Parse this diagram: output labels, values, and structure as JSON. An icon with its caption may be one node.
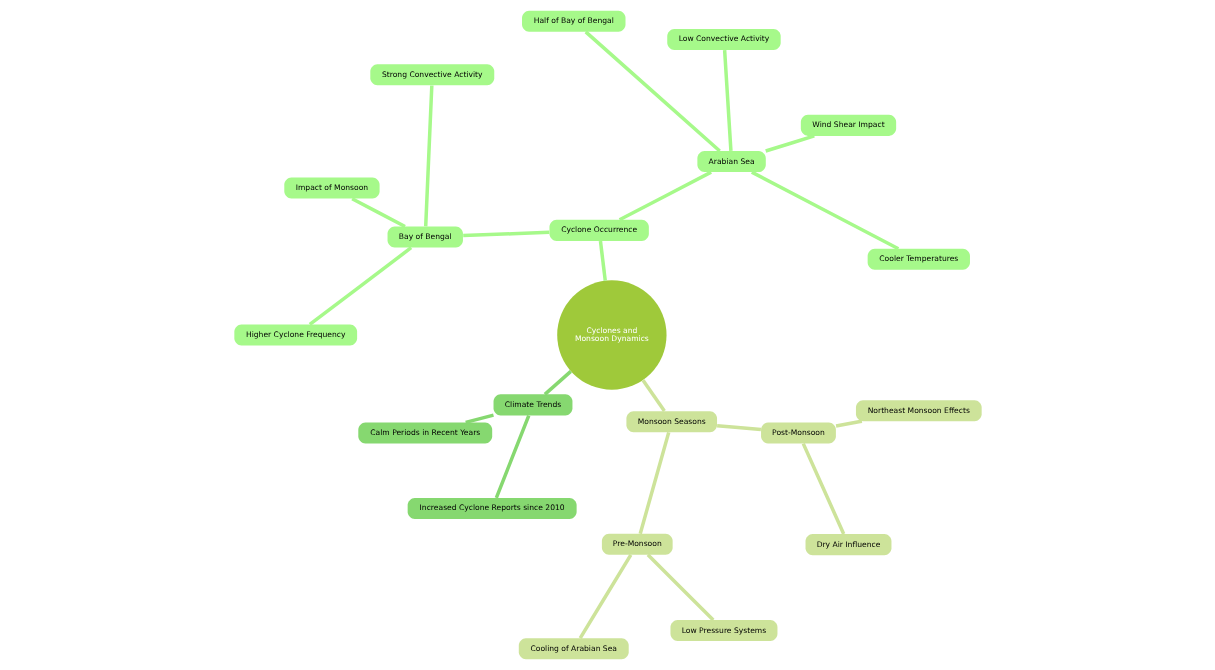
{
  "diagram": {
    "nodes": [
      {
        "text": [
          "Cyclones and Monsoon Dynamics"
        ]
      },
      {
        "text": [
          "Cyclone Occurrence"
        ]
      },
      {
        "text": [
          "Arabian Sea"
        ]
      },
      {
        "text": [
          "Cooler Temperatures"
        ]
      },
      {
        "text": [
          "Wind Shear Impact"
        ]
      },
      {
        "text": [
          "Low Convective Activity"
        ]
      },
      {
        "text": [
          "Half of Bay of Bengal"
        ]
      },
      {
        "text": [
          "Bay of Bengal"
        ]
      },
      {
        "text": [
          "Strong Convective Activity"
        ]
      },
      {
        "text": [
          "Impact of Monsoon"
        ]
      },
      {
        "text": [
          "Higher Cyclone Frequency"
        ]
      },
      {
        "text": [
          "Climate Trends"
        ]
      },
      {
        "text": [
          "Calm Periods in Recent Years"
        ]
      },
      {
        "text": [
          "Increased Cyclone Reports since 2010"
        ]
      },
      {
        "text": [
          "Monsoon Seasons"
        ]
      },
      {
        "text": [
          "Pre-Monsoon"
        ]
      },
      {
        "text": [
          "Cooling of Arabian Sea"
        ]
      },
      {
        "text": [
          "Low Pressure Systems"
        ]
      },
      {
        "text": [
          "Post-Monsoon"
        ]
      },
      {
        "text": [
          "Dry Air Influence"
        ]
      },
      {
        "text": [
          "Northeast Monsoon Effects"
        ]
      }
    ],
    "edges": [
      {
        "from": 0,
        "to": 1,
        "arrow": "none"
      },
      {
        "from": 1,
        "to": 2,
        "arrow": "none"
      },
      {
        "from": 2,
        "to": 3,
        "arrow": "none"
      },
      {
        "from": 2,
        "to": 4,
        "arrow": "none"
      },
      {
        "from": 2,
        "to": 5,
        "arrow": "none"
      },
      {
        "from": 2,
        "to": 6,
        "arrow": "none"
      },
      {
        "from": 1,
        "to": 7,
        "arrow": "none"
      },
      {
        "from": 7,
        "to": 8,
        "arrow": "none"
      },
      {
        "from": 7,
        "to": 9,
        "arrow": "none"
      },
      {
        "from": 7,
        "to": 10,
        "arrow": "none"
      },
      {
        "from": 0,
        "to": 11,
        "arrow": "none",
        "color": "#86d870"
      },
      {
        "from": 11,
        "to": 12,
        "arrow": "none",
        "color": "#86d870"
      },
      {
        "from": 11,
        "to": 13,
        "arrow": "none",
        "color": "#86d870"
      },
      {
        "from": 0,
        "to": 14,
        "arrow": "none",
        "color": "#cde39a"
      },
      {
        "from": 14,
        "to": 15,
        "arrow": "none",
        "color": "#cde39a"
      },
      {
        "from": 15,
        "to": 16,
        "arrow": "none",
        "color": "#cde39a"
      },
      {
        "from": 15,
        "to": 17,
        "arrow": "none",
        "color": "#cde39a"
      },
      {
        "from": 14,
        "to": 18,
        "arrow": "none",
        "color": "#cde39a"
      },
      {
        "from": 18,
        "to": 19,
        "arrow": "none",
        "color": "#cde39a"
      },
      {
        "from": 18,
        "to": 20,
        "arrow": "none",
        "color": "#cde39a"
      }
    ]
  }
}
